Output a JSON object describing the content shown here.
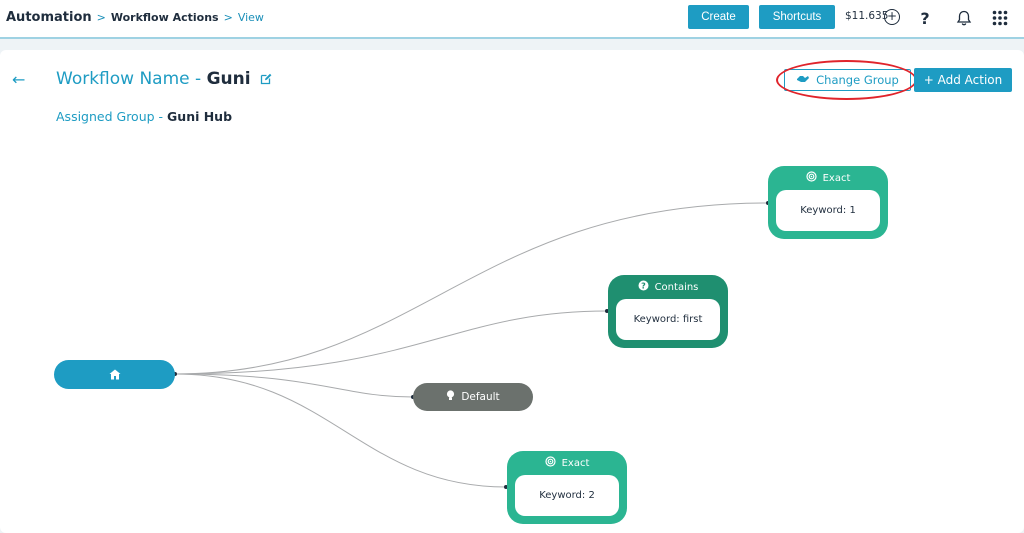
{
  "breadcrumb": {
    "root": "Automation",
    "parent": "Workflow Actions",
    "current": "View",
    "separator": ">"
  },
  "topbar": {
    "create_label": "Create",
    "shortcuts_label": "Shortcuts",
    "credit": "$11.635",
    "help_label": "?"
  },
  "header": {
    "workflow_label": "Workflow Name - ",
    "workflow_name": "Guni",
    "assigned_label": "Assigned Group - ",
    "assigned_value": "Guni Hub",
    "change_group_label": "Change Group",
    "add_action_label": "+ Add Action"
  },
  "flow": {
    "default_label": "Default",
    "nodes": [
      {
        "type": "Exact",
        "keyword": "Keyword: 1"
      },
      {
        "type": "Contains",
        "keyword": "Keyword: first"
      },
      {
        "type": "Exact",
        "keyword": "Keyword: 2"
      }
    ]
  },
  "colors": {
    "accent": "#1e9cc3",
    "node_green": "#2bb592",
    "node_dark_green": "#1f8f70",
    "default_grey": "#6b716d",
    "highlight": "#e0242b"
  }
}
